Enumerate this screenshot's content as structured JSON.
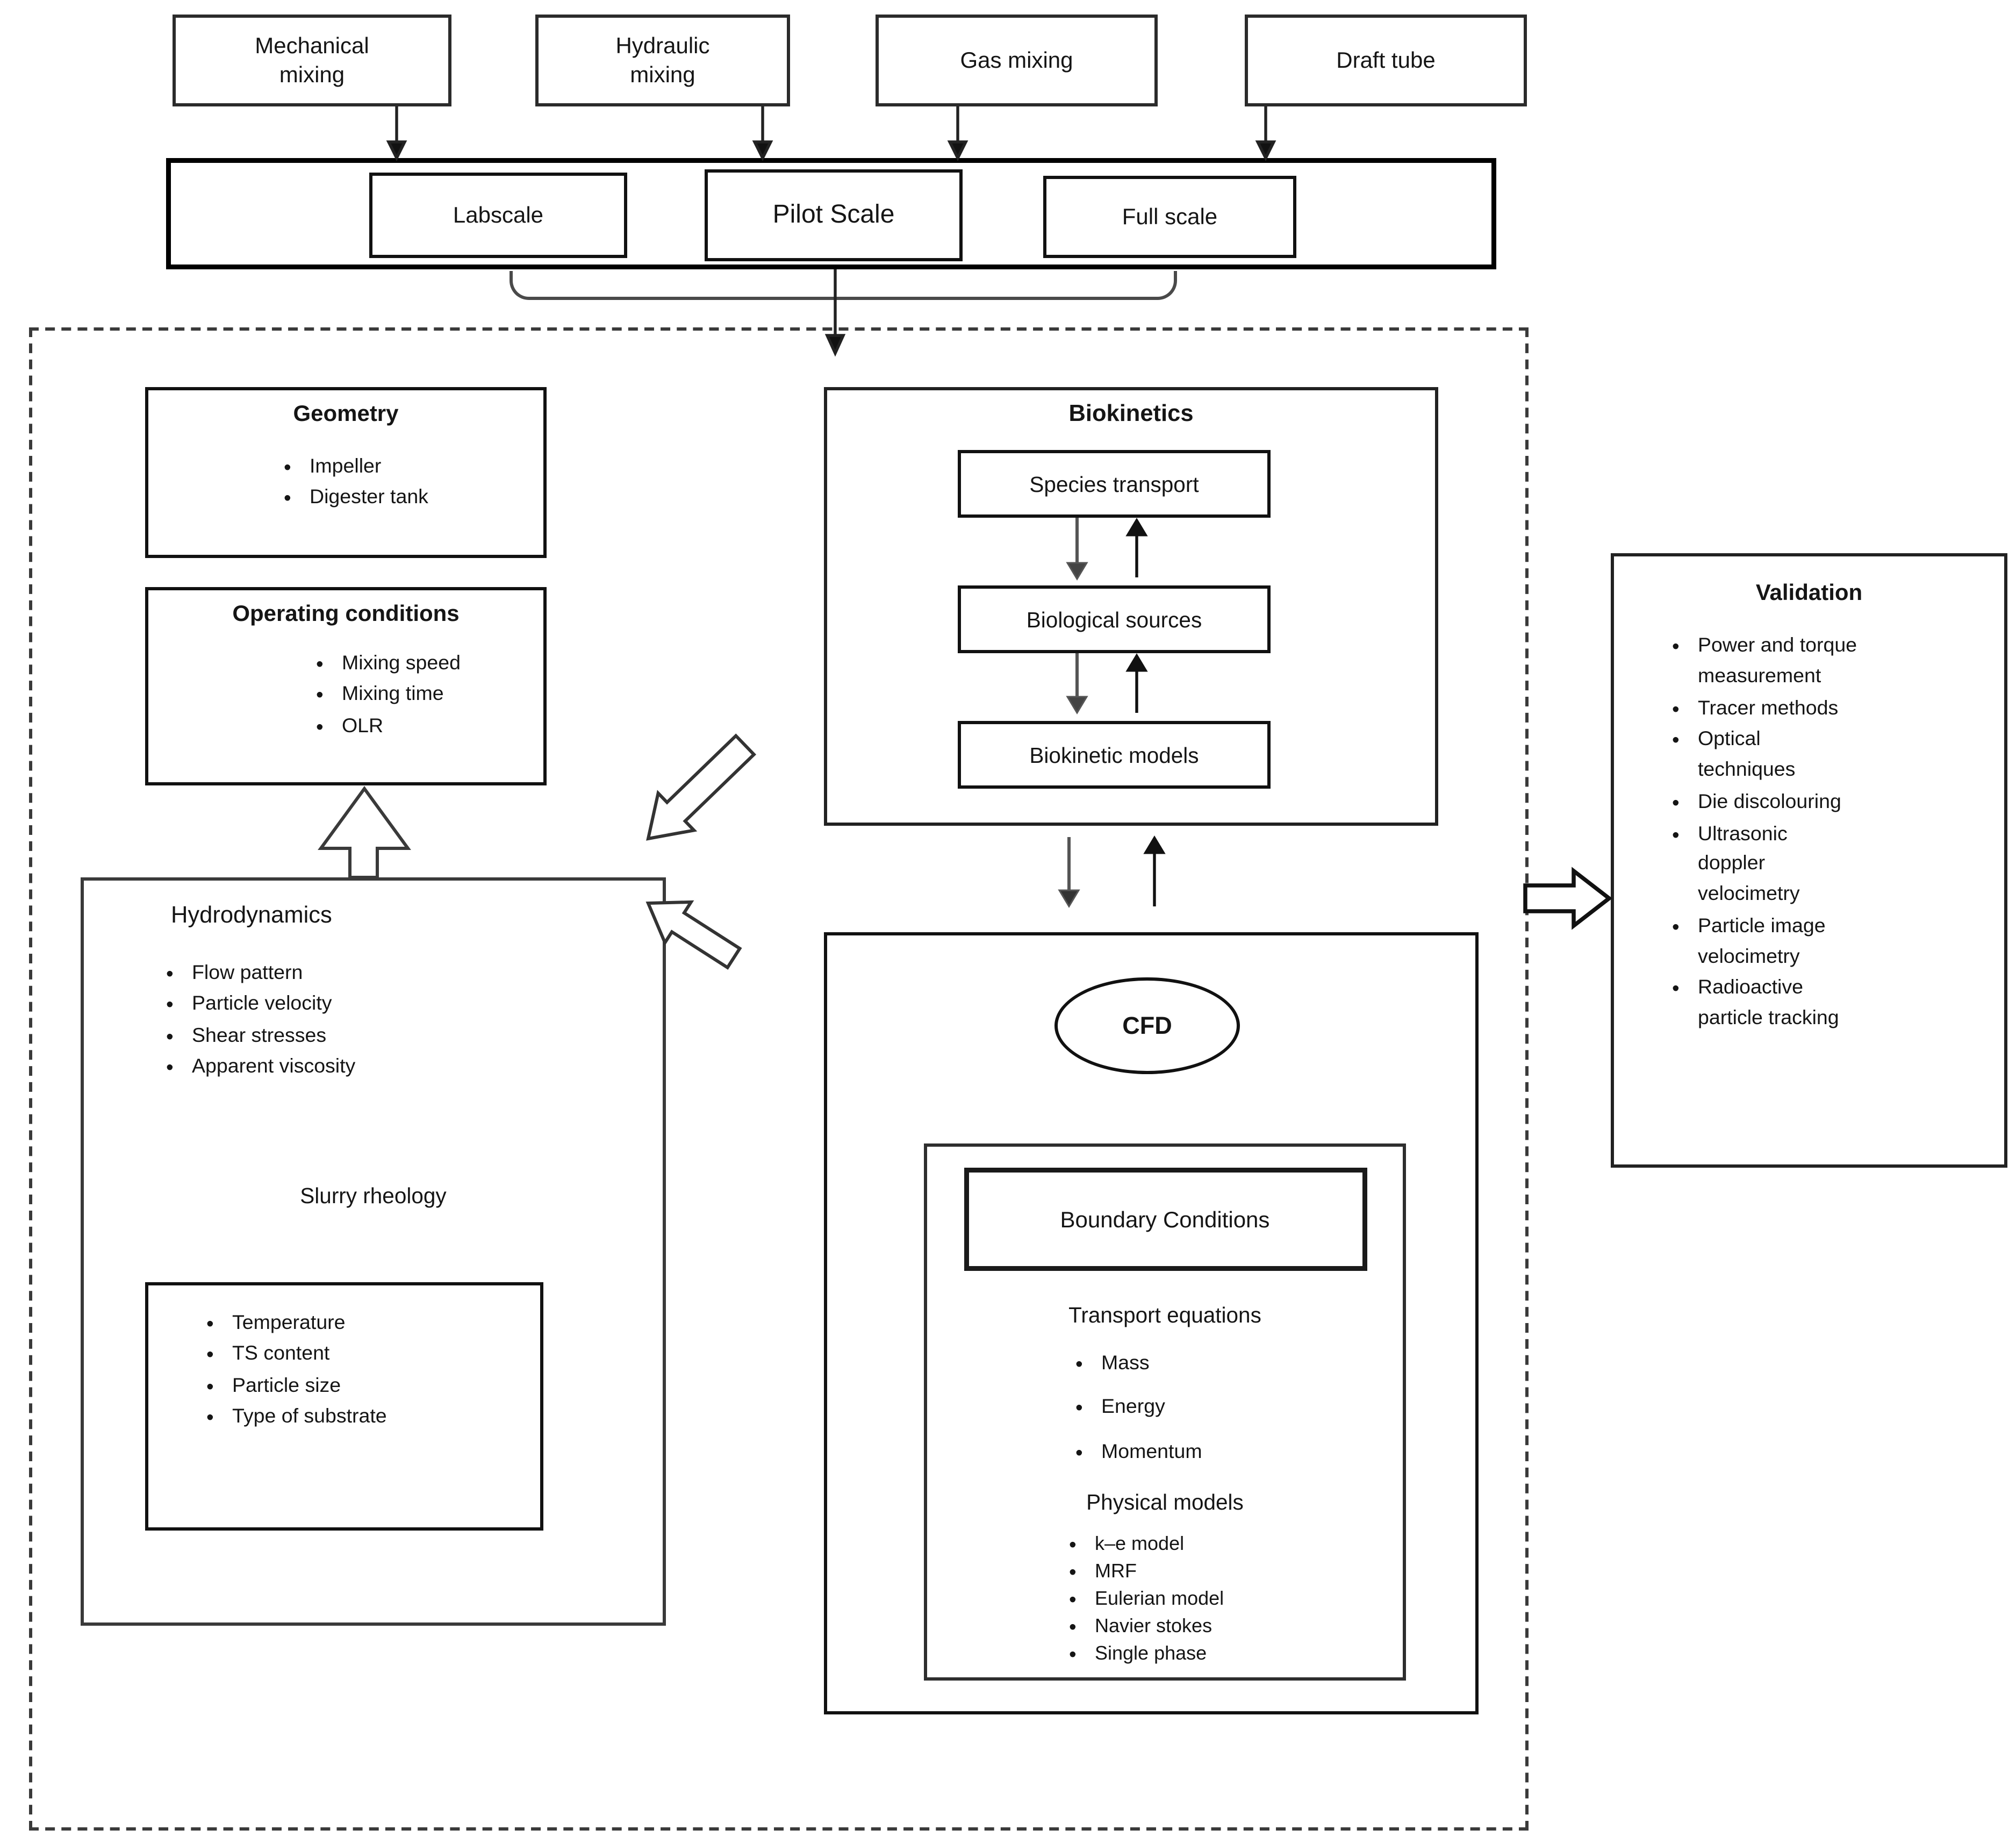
{
  "top_row": {
    "items": [
      "Mechanical\nmixing",
      "Hydraulic\nmixing",
      "Gas mixing",
      "Draft tube"
    ]
  },
  "scale_bar": {
    "items": [
      "Labscale",
      "Pilot Scale",
      "Full scale"
    ]
  },
  "geometry": {
    "title": "Geometry",
    "items": [
      "Impeller",
      "Digester tank"
    ]
  },
  "operating_conditions": {
    "title": "Operating conditions",
    "items": [
      "Mixing speed",
      "Mixing time",
      "OLR"
    ]
  },
  "hydrodynamics": {
    "title": "Hydrodynamics",
    "items": [
      "Flow pattern",
      "Particle velocity",
      "Shear stresses",
      "Apparent viscosity"
    ],
    "slurry": {
      "title": "Slurry rheology",
      "items": [
        "Temperature",
        "TS content",
        "Particle size",
        "Type of substrate"
      ]
    }
  },
  "biokinetics": {
    "title": "Biokinetics",
    "nodes": [
      "Species transport",
      "Biological sources",
      "Biokinetic models"
    ]
  },
  "cfd": {
    "title": "CFD",
    "boundary_conditions": "Boundary Conditions",
    "transport_equations": {
      "title": "Transport equations",
      "items": [
        "Mass",
        "Energy",
        "Momentum"
      ]
    },
    "physical_models": {
      "title": "Physical models",
      "items": [
        "k–e model",
        "MRF",
        "Eulerian model",
        "Navier stokes",
        "Single phase"
      ]
    }
  },
  "validation": {
    "title": "Validation",
    "items": [
      "Power and torque\nmeasurement",
      "Tracer methods",
      "Optical\ntechniques",
      "Die discolouring",
      "Ultrasonic\ndoppler\nvelocimetry",
      "Particle image\nvelocimetry",
      "Radioactive\nparticle tracking"
    ]
  },
  "colors": {
    "line": "#222222",
    "background": "#ffffff"
  }
}
